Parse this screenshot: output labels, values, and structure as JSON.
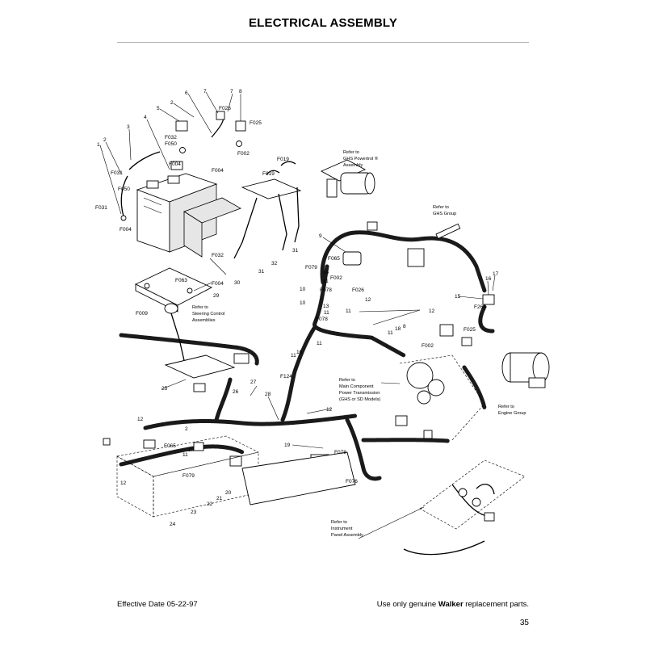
{
  "page": {
    "title": "ELECTRICAL ASSEMBLY",
    "effective_date": "Effective Date 05-22-97",
    "parts_note_prefix": "Use only genuine ",
    "parts_note_brand": "Walker",
    "parts_note_suffix": " replacement parts.",
    "page_number": "35"
  },
  "callouts": {
    "n1": "1",
    "n2a": "2",
    "n2b": "2",
    "n2c": "2",
    "n3": "3",
    "n4": "4",
    "n5": "5",
    "n6": "6",
    "n7a": "7",
    "n7b": "7",
    "n8a": "8",
    "n8b": "8",
    "n9": "9",
    "n10a": "10",
    "n10b": "10",
    "n10c": "10",
    "n11a": "11",
    "n11b": "11",
    "n11c": "11",
    "n11d": "11",
    "n11e": "11",
    "n11f": "11",
    "n11g": "11",
    "n12a": "12",
    "n12b": "12",
    "n12c": "12",
    "n12d": "12",
    "n12e": "12",
    "n13": "13",
    "n14": "14",
    "n15": "15",
    "n16": "16",
    "n17": "17",
    "n18": "18",
    "n19": "19",
    "n20": "20",
    "n21": "21",
    "n22a": "22",
    "n22b": "22",
    "n23": "23",
    "n24": "24",
    "n25": "25",
    "n26": "26",
    "n27": "27",
    "n28": "28",
    "n29": "29",
    "n30": "30",
    "n31a": "31",
    "n31b": "31",
    "n32": "32",
    "f002a": "F002",
    "f002b": "F002",
    "f002c": "F002",
    "f004a": "F004",
    "f004b": "F004",
    "f004c": "F004",
    "f004d": "F004",
    "f009": "F009",
    "f019a": "F019",
    "f019b": "F019",
    "f025a": "F025",
    "f025b": "F025",
    "f026a": "F026",
    "f026b": "F026",
    "f031a": "F031",
    "f031b": "F031",
    "f032a": "F032",
    "f032b": "F032",
    "f050a": "F050",
    "f050b": "F050",
    "f063": "F063",
    "f065a": "F065",
    "f065b": "F065",
    "f076": "F076",
    "f078a": "F078",
    "f078b": "F078",
    "f078c": "F078",
    "f079a": "F079",
    "f079b": "F079",
    "f124": "F124",
    "f264": "F264"
  },
  "references": {
    "ghs_powertrol": [
      "Refer to",
      "GHS Powertrol ®",
      "Assembly"
    ],
    "ghs_group": [
      "Refer to",
      "GHS Group"
    ],
    "steering": [
      "Refer to",
      "Steering Control",
      "Assemblies"
    ],
    "main_component": [
      "Refer to",
      "Main Component",
      "Power Transmission",
      "(GHS or SD Models)"
    ],
    "engine_group": [
      "Refer to",
      "Engine Group"
    ],
    "instrument_panel": [
      "Refer to",
      "Instrument",
      "Panel Assembly"
    ]
  }
}
